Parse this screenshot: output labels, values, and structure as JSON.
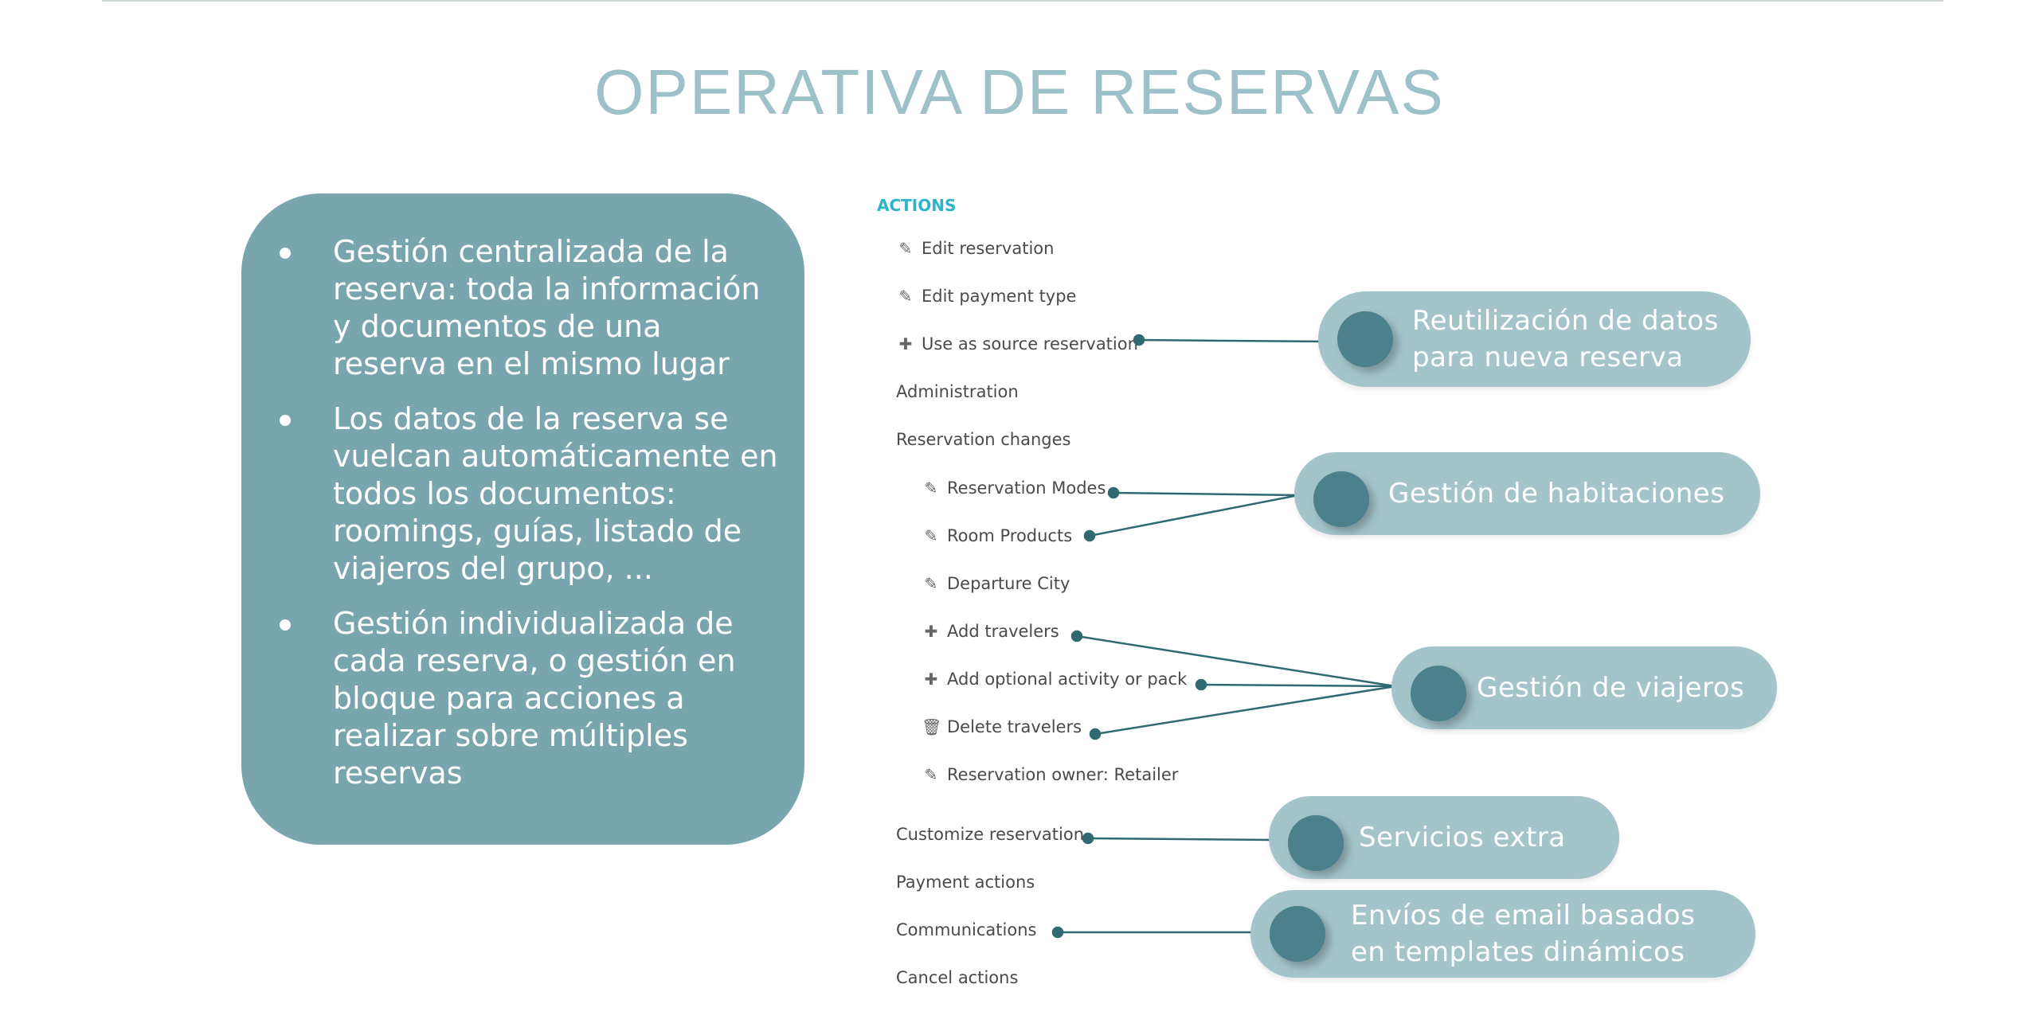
{
  "page": {
    "title": "OPERATIVA DE RESERVAS"
  },
  "info_box": {
    "bullets": [
      "Gestión centralizada de la reserva: toda la información y documentos de una reserva en el mismo lugar",
      "Los datos de la reserva se vuelcan automáticamente en todos los documentos: roomings, guías, listado de viajeros del grupo, ...",
      "Gestión individualizada de cada reserva, o gestión en bloque para acciones a realizar sobre múltiples reservas"
    ]
  },
  "actions": {
    "heading": "ACTIONS",
    "items": [
      {
        "label": "Edit reservation",
        "icon": "edit-icon"
      },
      {
        "label": "Edit payment type",
        "icon": "edit-icon"
      },
      {
        "label": "Use as source reservation",
        "icon": "plus-icon"
      },
      {
        "label": "Administration",
        "icon": ""
      },
      {
        "label": "Reservation changes",
        "icon": ""
      },
      {
        "label": "Reservation Modes",
        "icon": "edit-icon"
      },
      {
        "label": "Room Products",
        "icon": "edit-icon"
      },
      {
        "label": "Departure City",
        "icon": "edit-icon"
      },
      {
        "label": "Add travelers",
        "icon": "plus-icon"
      },
      {
        "label": "Add optional activity or pack",
        "icon": "plus-icon"
      },
      {
        "label": "Delete travelers",
        "icon": "trash-icon"
      },
      {
        "label": "Reservation owner: Retailer",
        "icon": "edit-icon"
      },
      {
        "label": "Customize reservation",
        "icon": ""
      },
      {
        "label": "Payment actions",
        "icon": ""
      },
      {
        "label": "Communications",
        "icon": ""
      },
      {
        "label": "Cancel actions",
        "icon": ""
      }
    ]
  },
  "callouts": [
    {
      "line1": "Reutilización de datos",
      "line2": "para nueva reserva"
    },
    {
      "line1": "Gestión de habitaciones",
      "line2": ""
    },
    {
      "line1": "Gestión de viajeros",
      "line2": ""
    },
    {
      "line1": "Servicios extra",
      "line2": ""
    },
    {
      "line1": "Envíos de email basados",
      "line2": "en templates dinámicos"
    }
  ],
  "colors": {
    "title": "#9dc1c8",
    "info_box": "#78a5ae",
    "callout": "#a3c5ca",
    "callout_dot": "#4b808c",
    "connector": "#2f6a70",
    "actions_heading": "#2cb5c9"
  }
}
